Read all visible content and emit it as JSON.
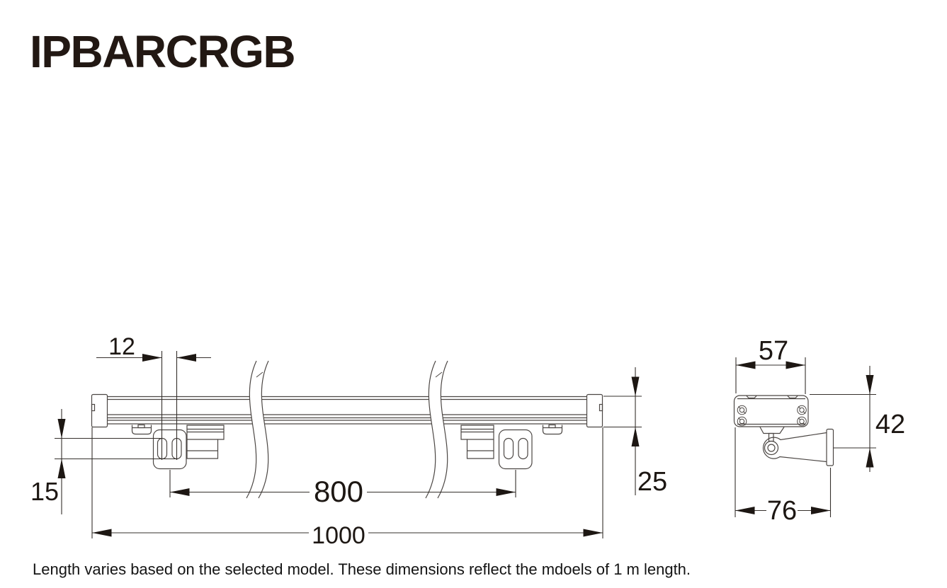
{
  "title": "IPBARCRGB",
  "caption": "Length varies based on the selected model. These dimensions reflect the mdoels of 1 m length.",
  "colors": {
    "background": "#ffffff",
    "drawing_line": "#4c4744",
    "dimension_line": "#35302c",
    "text": "#1d1713",
    "title_text": "#221813"
  },
  "views": {
    "front": {
      "label": "front-elevation-of-1m-bar",
      "dims": {
        "slot_spacing": "12",
        "slot_height": "15",
        "bracket_spacing": "800",
        "overall_length": "1000",
        "bar_height": "25"
      }
    },
    "side": {
      "label": "end-view-with-mounting-bracket",
      "dims": {
        "body_width": "57",
        "mount_height": "42",
        "overall_depth": "76"
      }
    }
  }
}
